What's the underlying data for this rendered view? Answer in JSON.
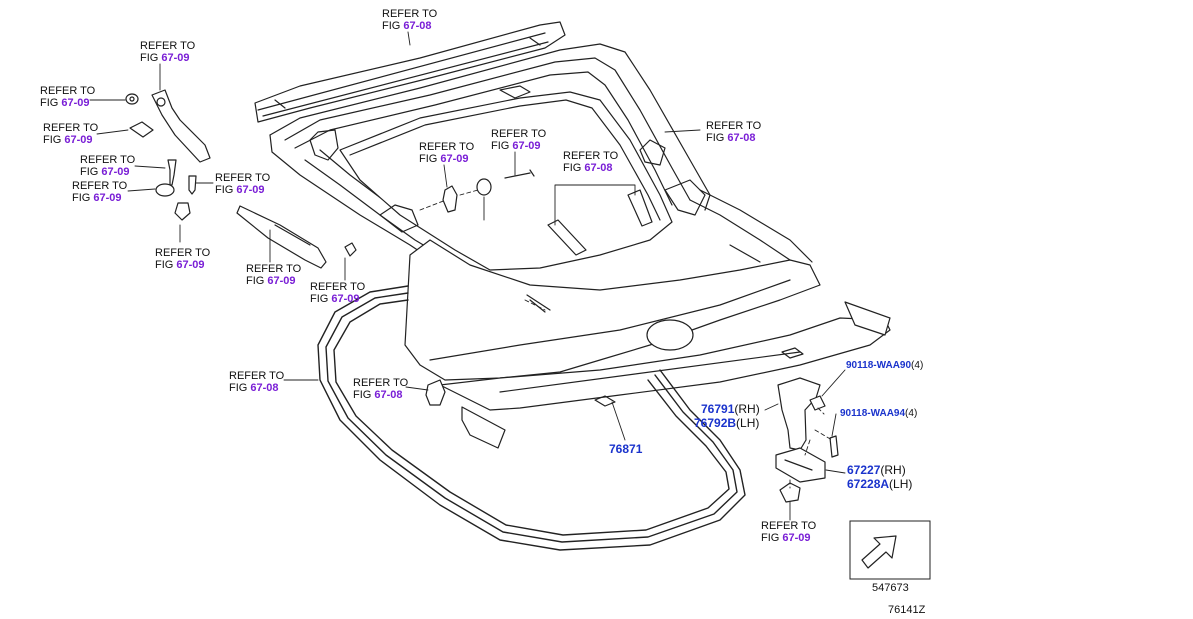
{
  "refer_label": "REFER TO",
  "fig_prefix": "FIG",
  "callouts": [
    {
      "fig": "67-08"
    },
    {
      "fig": "67-09"
    },
    {
      "fig": "67-09"
    },
    {
      "fig": "67-09"
    },
    {
      "fig": "67-09"
    },
    {
      "fig": "67-09"
    },
    {
      "fig": "67-09"
    },
    {
      "fig": "67-09"
    },
    {
      "fig": "67-09"
    },
    {
      "fig": "67-09"
    },
    {
      "fig": "67-09"
    },
    {
      "fig": "67-09"
    },
    {
      "fig": "67-08"
    },
    {
      "fig": "67-08"
    },
    {
      "fig": "67-08"
    },
    {
      "fig": "67-08"
    },
    {
      "fig": "67-09"
    }
  ],
  "parts": {
    "p76871": {
      "num": "76871",
      "sfx": ""
    },
    "p76791": {
      "num": "76791",
      "sfx": "(RH)"
    },
    "p76792B": {
      "num": "76792B",
      "sfx": "(LH)"
    },
    "p90118a": {
      "num": "90118-WAA90",
      "sfx": "(4)"
    },
    "p90118b": {
      "num": "90118-WAA94",
      "sfx": "(4)"
    },
    "p67227": {
      "num": "67227",
      "sfx": "(RH)"
    },
    "p67228A": {
      "num": "67228A",
      "sfx": "(LH)"
    }
  },
  "legend_code": "547673",
  "diagram_code": "76141Z",
  "colors": {
    "line": "#222222",
    "fig_link": "#7a1fd6",
    "part_number": "#1a33cc"
  },
  "icons": {
    "arrow_box": "front-direction-arrow-icon"
  }
}
